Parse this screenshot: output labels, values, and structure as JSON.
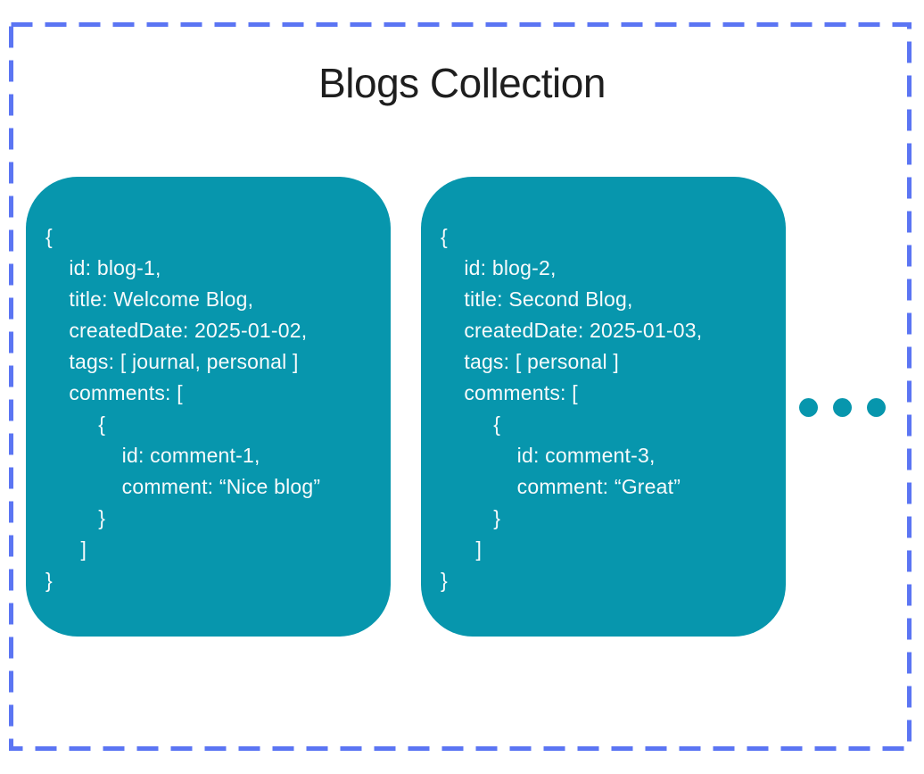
{
  "title": "Blogs Collection",
  "colors": {
    "card_background": "#0796AD",
    "dashed_border": "#5B75F3",
    "title_text": "#1E1E1E",
    "card_text": "#F7FAFB"
  },
  "cards": [
    {
      "id": "blog-1",
      "lines": [
        "{",
        "    id: blog-1,",
        "    title: Welcome Blog,",
        "    createdDate: 2025-01-02,",
        "    tags: [ journal, personal ]",
        "    comments: [",
        "         {",
        "             id: comment-1,",
        "             comment: “Nice blog”",
        "         }",
        "      ]",
        "}"
      ]
    },
    {
      "id": "blog-2",
      "lines": [
        "{",
        "    id: blog-2,",
        "    title: Second Blog,",
        "    createdDate: 2025-01-03,",
        "    tags: [ personal ]",
        "    comments: [",
        "         {",
        "             id: comment-3,",
        "             comment: “Great”",
        "         }",
        "      ]",
        "}"
      ]
    }
  ],
  "ellipsis": {
    "dot_count": 3
  }
}
